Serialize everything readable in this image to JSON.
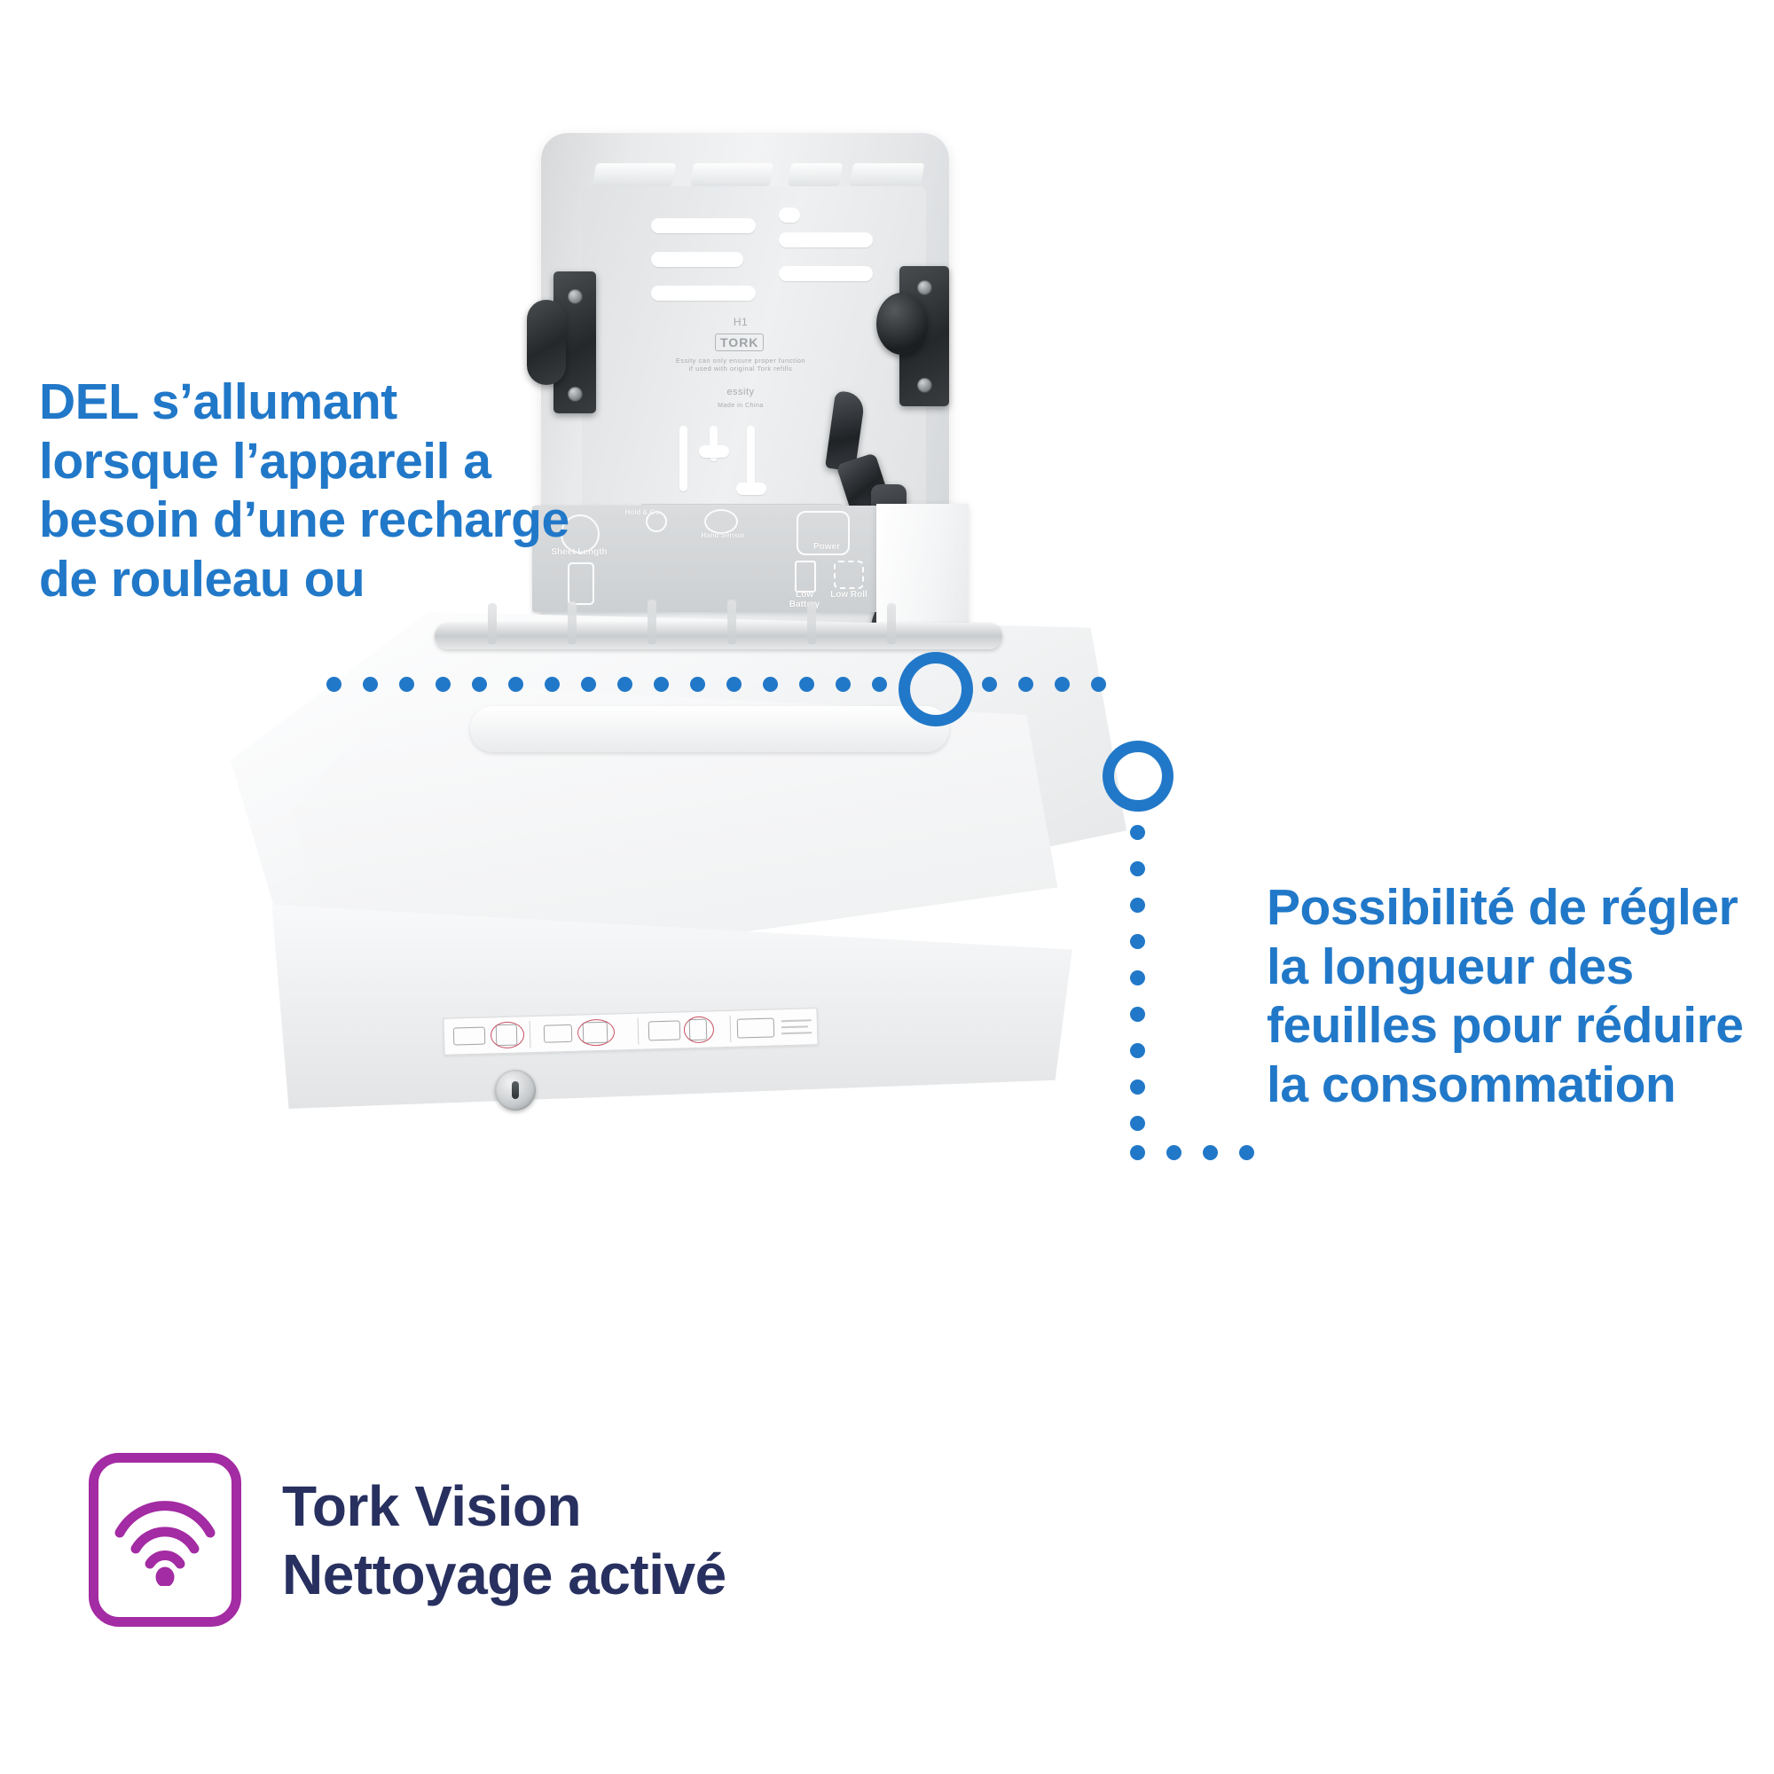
{
  "callouts": {
    "led": {
      "text": "DEL s’allumant lorsque l’appareil a besoin d’une recharge de rouleau ou",
      "color": "#2178C8"
    },
    "sheet_length": {
      "text": "Possibilité de régler la longueur des feuilles pour réduire la consommation",
      "color": "#2178C8"
    }
  },
  "brand": {
    "icon_name": "wifi-icon",
    "icon_color": "#A32BA3",
    "text": "Tork Vision\nNettoyage activé",
    "text_color": "#27305F"
  },
  "product": {
    "name": "tork-paper-towel-dispenser",
    "backplate_markings": {
      "size_code": "H1",
      "brand": "TORK",
      "note": "Essity can only ensure proper function if used with original Tork refills",
      "company": "essity",
      "origin": "Made in China"
    },
    "control_panel": {
      "labels": [
        "Sheet Length",
        "Hold & Go",
        "Hand Sensor",
        "Power",
        "Low Battery",
        "Low Roll"
      ]
    },
    "colors": {
      "body": "#f2f3f4",
      "shadow": "#cfd2d5",
      "dark_plastic": "#25282b",
      "accent_blue": "#2178C8"
    }
  }
}
